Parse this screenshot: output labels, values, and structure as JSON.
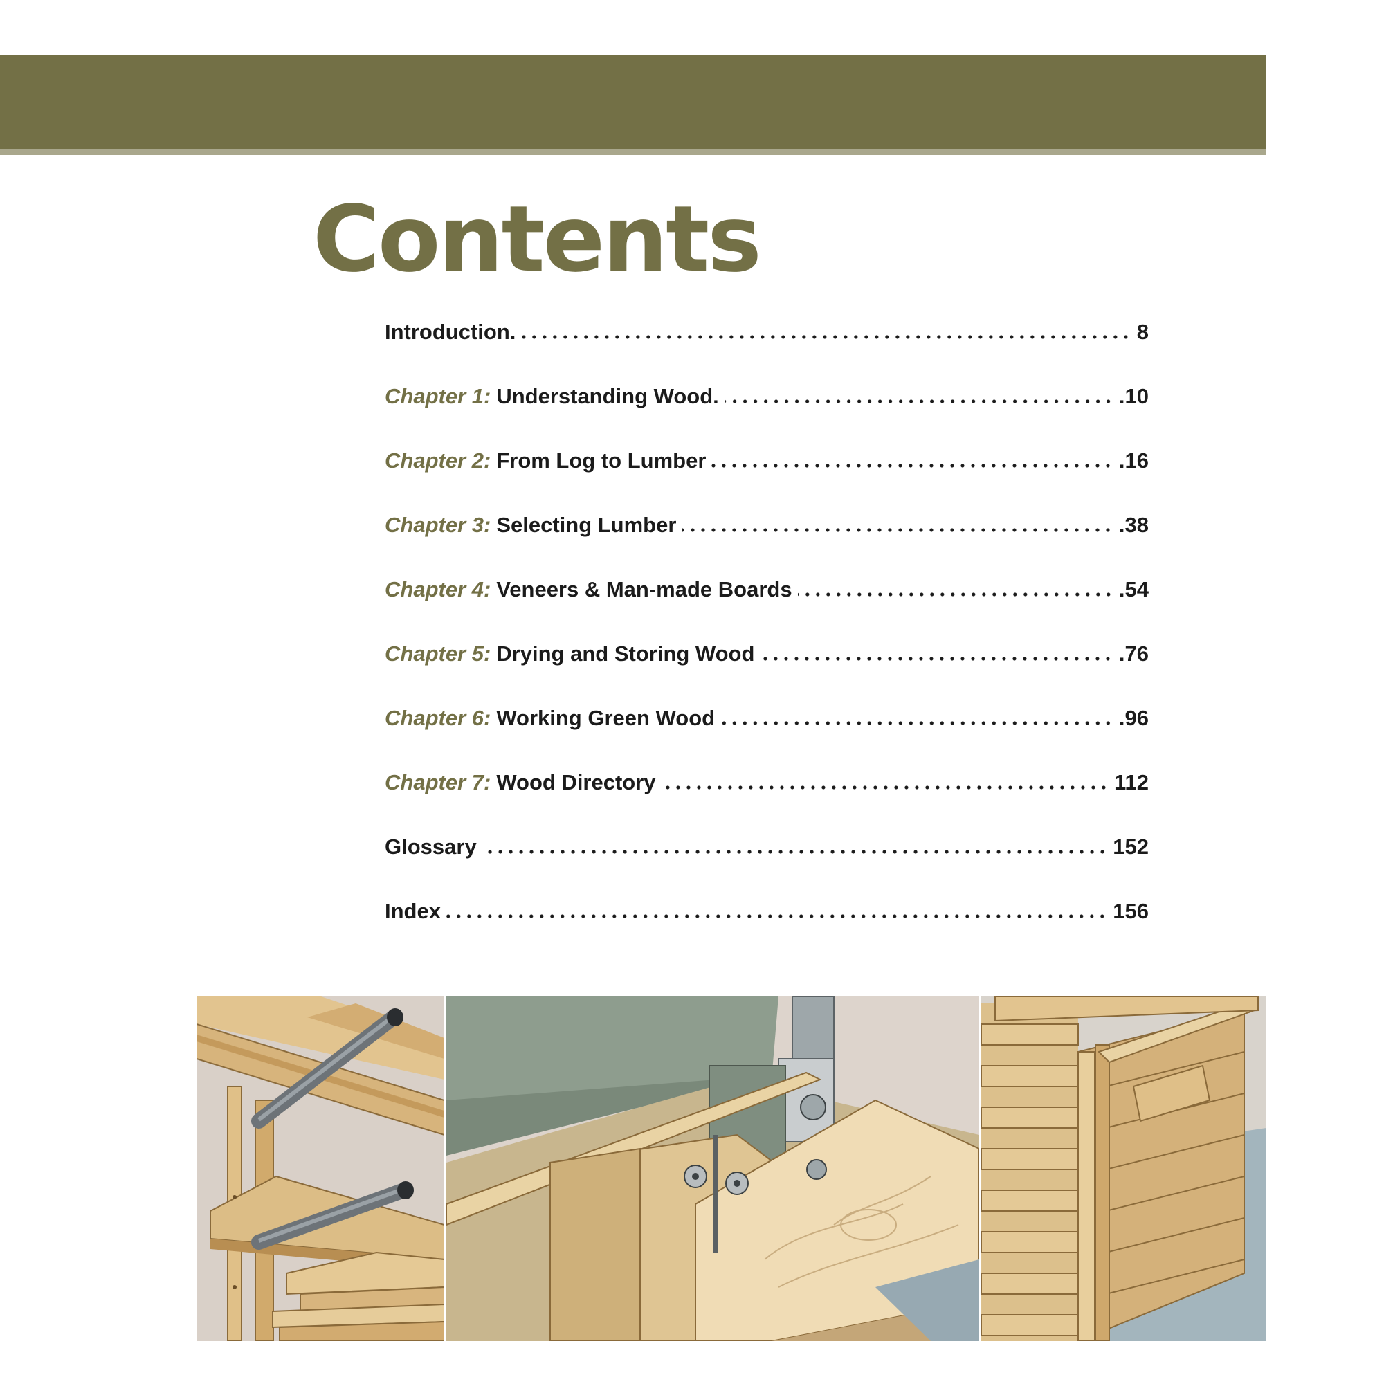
{
  "header": {
    "title": "Contents"
  },
  "toc": [
    {
      "prefix": "",
      "label": "Introduction.",
      "page": "8"
    },
    {
      "prefix": "Chapter 1:",
      "label": "Understanding Wood.",
      "page": ".10"
    },
    {
      "prefix": "Chapter 2:",
      "label": "From Log to Lumber",
      "page": ".16"
    },
    {
      "prefix": "Chapter 3:",
      "label": "Selecting Lumber",
      "page": ".38"
    },
    {
      "prefix": "Chapter 4:",
      "label": "Veneers & Man-made Boards",
      "page": ".54"
    },
    {
      "prefix": "Chapter 5:",
      "label": "Drying and Storing Wood",
      "page": ".76"
    },
    {
      "prefix": "Chapter 6:",
      "label": "Working Green Wood",
      "page": ".96"
    },
    {
      "prefix": "Chapter 7:",
      "label": "Wood Directory",
      "page": "112"
    },
    {
      "prefix": "",
      "label": "Glossary",
      "page": "152"
    },
    {
      "prefix": "",
      "label": "Index",
      "page": "156"
    }
  ],
  "colors": {
    "accent": "#737046",
    "accent_light": "#a9a78c",
    "text": "#1b1b1b"
  },
  "illustrations": [
    "lumber-rack-illustration",
    "bandsaw-illustration",
    "wood-drying-stack-illustration"
  ]
}
